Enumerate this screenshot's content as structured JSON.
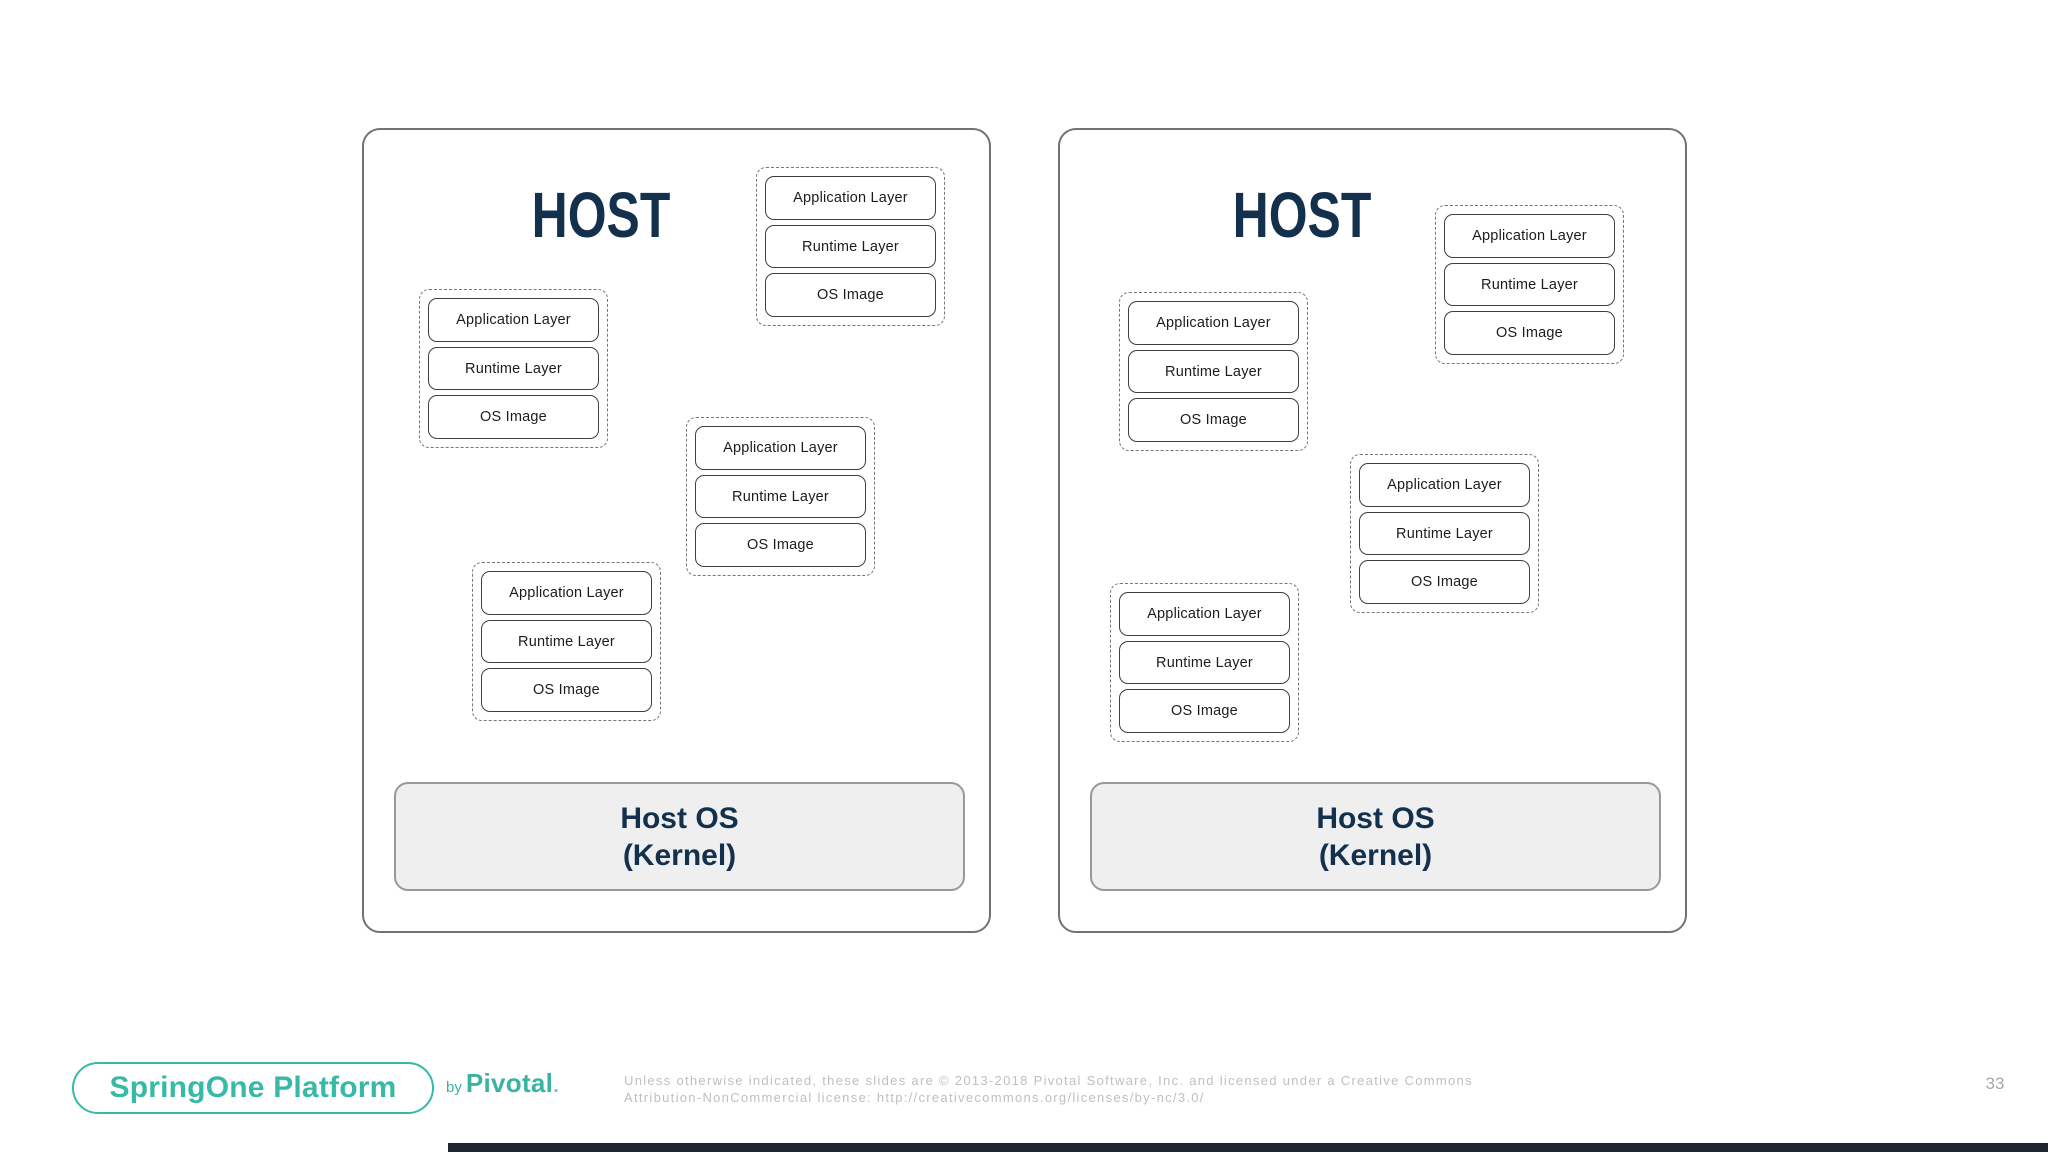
{
  "hosts": [
    {
      "title": "HOST",
      "stacks": [
        {
          "layers": [
            "Application Layer",
            "Runtime Layer",
            "OS Image"
          ]
        },
        {
          "layers": [
            "Application Layer",
            "Runtime Layer",
            "OS Image"
          ]
        },
        {
          "layers": [
            "Application Layer",
            "Runtime Layer",
            "OS Image"
          ]
        },
        {
          "layers": [
            "Application Layer",
            "Runtime Layer",
            "OS Image"
          ]
        }
      ],
      "kernel": {
        "line1": "Host OS",
        "line2": "(Kernel)"
      }
    },
    {
      "title": "HOST",
      "stacks": [
        {
          "layers": [
            "Application Layer",
            "Runtime Layer",
            "OS Image"
          ]
        },
        {
          "layers": [
            "Application Layer",
            "Runtime Layer",
            "OS Image"
          ]
        },
        {
          "layers": [
            "Application Layer",
            "Runtime Layer",
            "OS Image"
          ]
        },
        {
          "layers": [
            "Application Layer",
            "Runtime Layer",
            "OS Image"
          ]
        }
      ],
      "kernel": {
        "line1": "Host OS",
        "line2": "(Kernel)"
      }
    }
  ],
  "footer": {
    "logo_text": "SpringOne Platform",
    "byline_prefix": "by",
    "byline_brand": "Pivotal",
    "byline_dot": ".",
    "license_line1": "Unless otherwise indicated, these slides are © 2013-2018 Pivotal Software, Inc. and licensed under a Creative Commons",
    "license_line2": "Attribution-NonCommercial license: http://creativecommons.org/licenses/by-nc/3.0/",
    "page_number": "33"
  },
  "colors": {
    "accent_teal": "#36b9a6",
    "navy": "#13304d",
    "kernel_fill": "#efeff0"
  }
}
